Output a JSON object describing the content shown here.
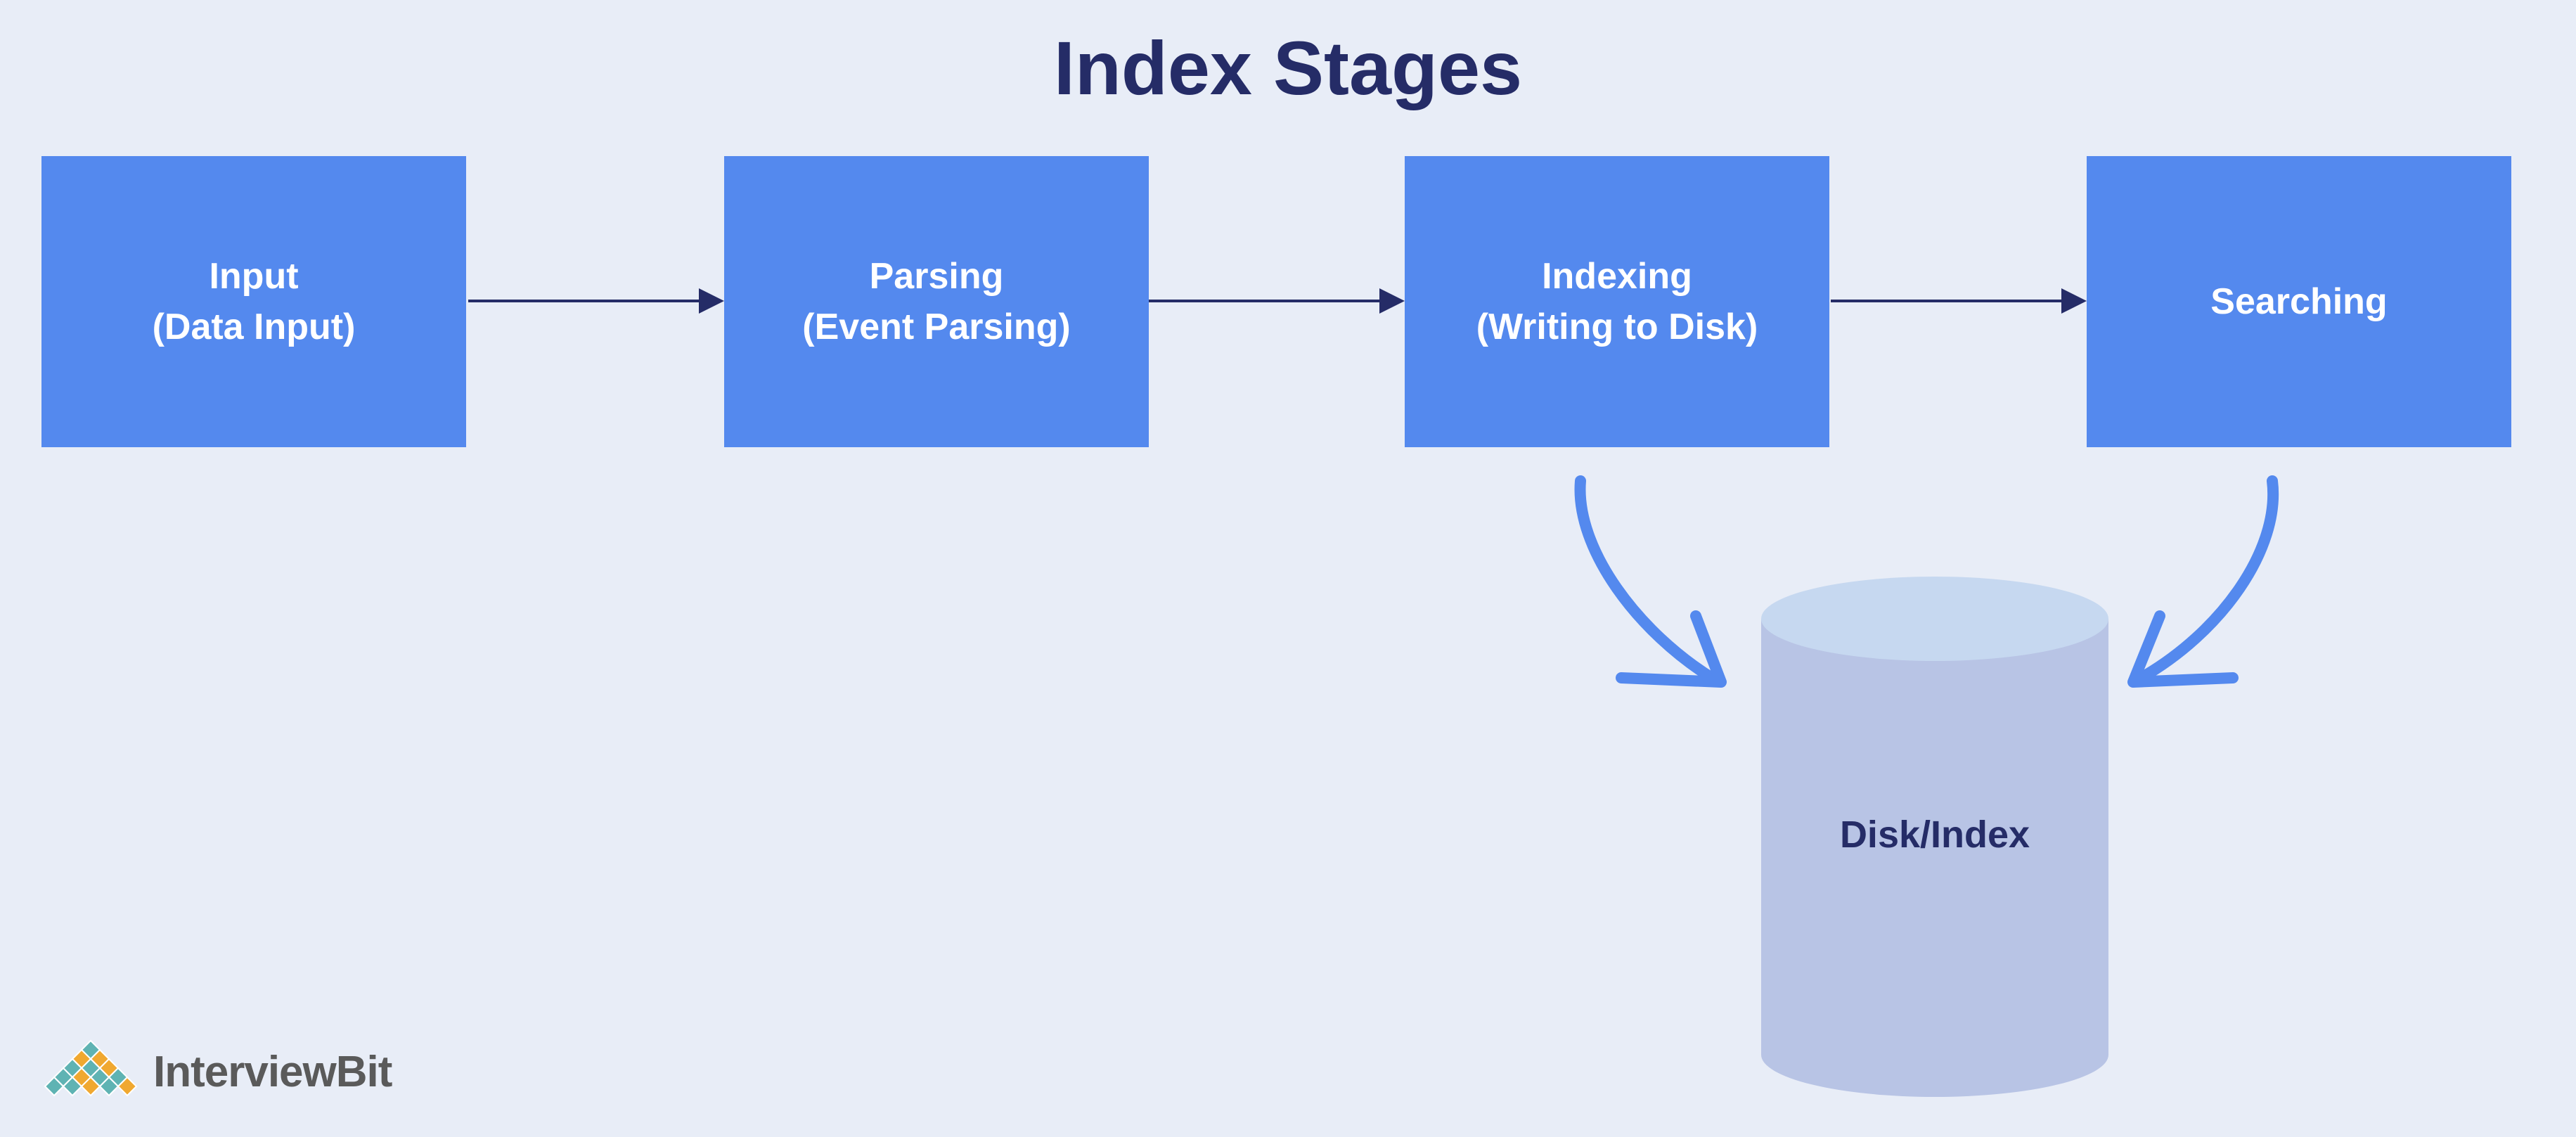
{
  "title": "Index Stages",
  "stages": [
    {
      "line1": "Input",
      "line2": "(Data Input)"
    },
    {
      "line1": "Parsing",
      "line2": "(Event Parsing)"
    },
    {
      "line1": "Indexing",
      "line2": "(Writing to Disk)"
    },
    {
      "line1": "Searching",
      "line2": ""
    }
  ],
  "storage": {
    "label": "Disk/Index"
  },
  "logo": {
    "text": "InterviewBit"
  },
  "colors": {
    "background": "#e8edf7",
    "stage_box": "#5489ee",
    "title": "#252c67",
    "arrow": "#252c67",
    "curved_arrow": "#5489ee",
    "cylinder_body": "#b8c4e5",
    "cylinder_top": "#c6d8f0"
  }
}
